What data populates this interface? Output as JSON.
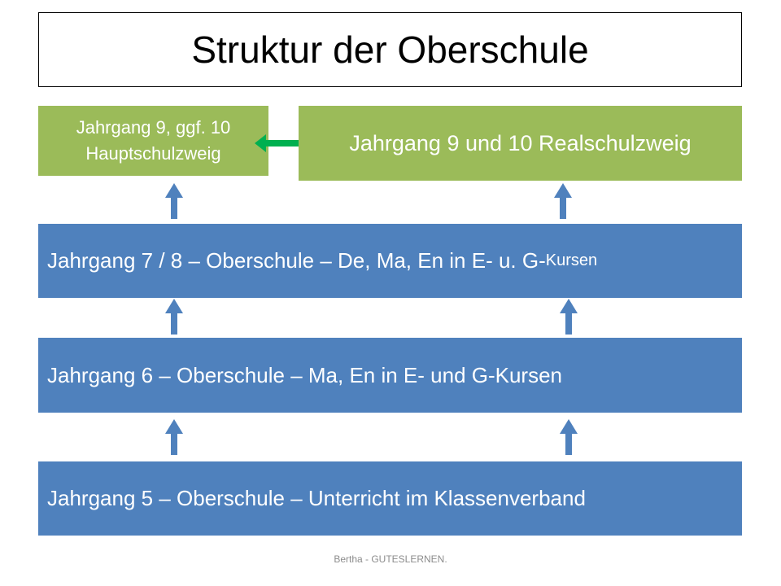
{
  "title": "Struktur der Oberschule",
  "boxes": {
    "hauptschule_line1": "Jahrgang 9, ggf. 10",
    "hauptschule_line2": "Hauptschulzweig",
    "realschule": "Jahrgang 9 und 10  Realschulzweig",
    "jahrgang78_main": "Jahrgang 7 / 8 – Oberschule – De, Ma, En in E- u. G-",
    "jahrgang78_small": "Kursen",
    "jahrgang6": "Jahrgang 6 – Oberschule – Ma, En in E- und G-Kursen",
    "jahrgang5": "Jahrgang 5 – Oberschule – Unterricht im Klassenverband"
  },
  "footer": "Bertha - GUTESLERNEN.",
  "colors": {
    "green": "#9BBB59",
    "blue": "#4F81BD",
    "arrow_blue": "#4F81BD",
    "arrow_green": "#00B050"
  }
}
